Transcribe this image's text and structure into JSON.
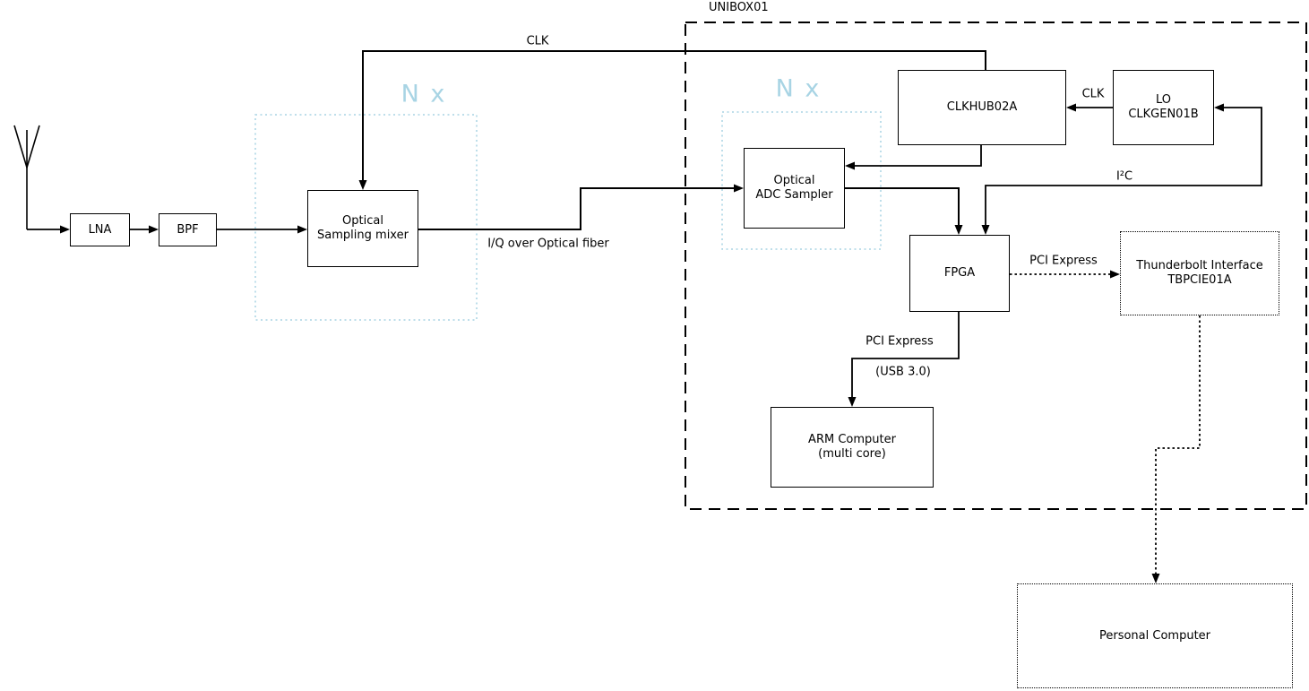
{
  "colors": {
    "line": "#000000",
    "accent_blue": "#a8d4e4",
    "background": "#ffffff"
  },
  "container": {
    "label": "UNIBOX01"
  },
  "groups": {
    "left_multi_label": "N x",
    "right_multi_label": "N x"
  },
  "nodes": {
    "lna": {
      "label": "LNA"
    },
    "bpf": {
      "label": "BPF"
    },
    "mixer": {
      "label": "Optical\nSampling mixer"
    },
    "adc": {
      "label": "Optical\nADC Sampler"
    },
    "clkhub": {
      "label": "CLKHUB02A"
    },
    "lo": {
      "label": "LO\nCLKGEN01B"
    },
    "fpga": {
      "label": "FPGA"
    },
    "thunderbolt": {
      "label": "Thunderbolt Interface\nTBPCIE01A"
    },
    "arm": {
      "label": "ARM Computer\n(multi core)"
    },
    "pc": {
      "label": "Personal Computer"
    }
  },
  "edge_labels": {
    "clk_top": "CLK",
    "iq_fiber": "I/Q over Optical fiber",
    "clk_lo_hub": "CLK",
    "i2c": "I²C",
    "pcie_tb": "PCI Express",
    "pcie_arm": "PCI Express",
    "usb": "(USB 3.0)"
  }
}
